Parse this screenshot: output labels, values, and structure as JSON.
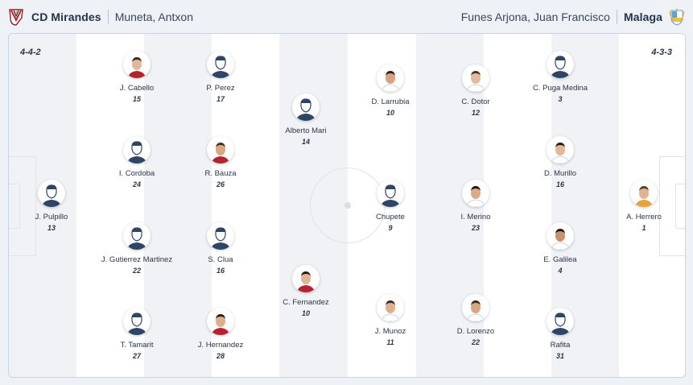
{
  "home": {
    "team_name": "CD Mirandes",
    "coach": "Muneta, Antxon",
    "formation": "4-4-2",
    "crest_icon": "mirandes-crest",
    "players": [
      {
        "name": "J. Pulpillo",
        "number": "13"
      },
      {
        "name": "J. Cabello",
        "number": "15"
      },
      {
        "name": "I. Cordoba",
        "number": "24"
      },
      {
        "name": "J. Gutierrez Martinez",
        "number": "22"
      },
      {
        "name": "T. Tamarit",
        "number": "27"
      },
      {
        "name": "P. Perez",
        "number": "17"
      },
      {
        "name": "R. Bauza",
        "number": "26"
      },
      {
        "name": "S. Clua",
        "number": "16"
      },
      {
        "name": "J. Hernandez",
        "number": "28"
      },
      {
        "name": "Alberto Mari",
        "number": "14"
      },
      {
        "name": "C. Fernandez",
        "number": "10"
      }
    ]
  },
  "away": {
    "team_name": "Malaga",
    "coach": "Funes Arjona, Juan Francisco",
    "formation": "4-3-3",
    "crest_icon": "malaga-crest",
    "players": [
      {
        "name": "D. Larrubia",
        "number": "10"
      },
      {
        "name": "Chupete",
        "number": "9"
      },
      {
        "name": "J. Munoz",
        "number": "11"
      },
      {
        "name": "C. Dotor",
        "number": "12"
      },
      {
        "name": "I. Merino",
        "number": "23"
      },
      {
        "name": "D. Lorenzo",
        "number": "22"
      },
      {
        "name": "C. Puga Medina",
        "number": "3"
      },
      {
        "name": "D. Murillo",
        "number": "16"
      },
      {
        "name": "E. Galilea",
        "number": "4"
      },
      {
        "name": "Rafita",
        "number": "31"
      },
      {
        "name": "A. Herrero",
        "number": "1"
      }
    ]
  },
  "colors": {
    "home_kit": "#2f4566",
    "away_kit": "#2f4566",
    "text": "#24324a"
  }
}
